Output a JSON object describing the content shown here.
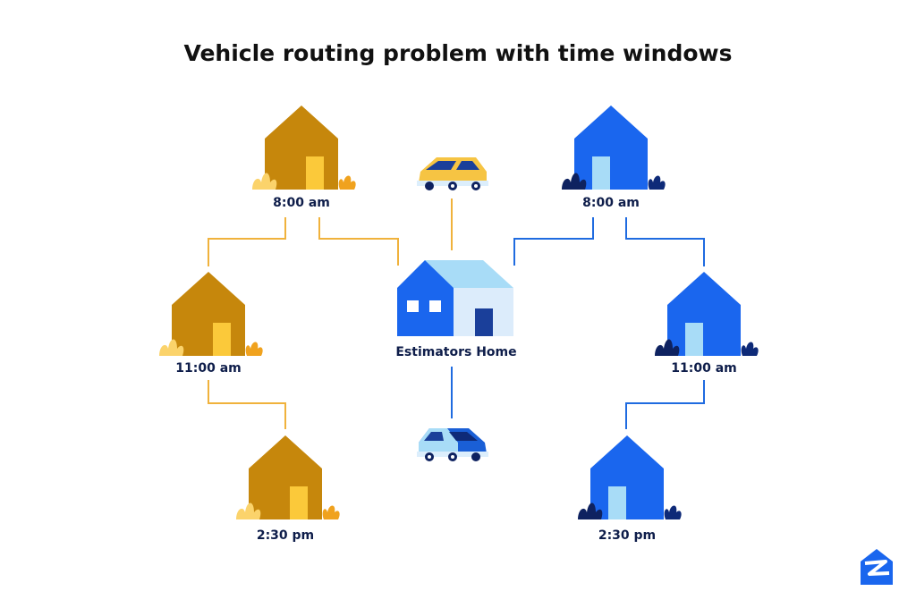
{
  "title": "Vehicle routing problem with time windows",
  "center": {
    "label": "Estimators Home"
  },
  "left_route": {
    "color": "#f0b23c",
    "stops": [
      {
        "time": "8:00 am"
      },
      {
        "time": "11:00 am"
      },
      {
        "time": "2:30 pm"
      }
    ]
  },
  "right_route": {
    "color": "#1f6be0",
    "stops": [
      {
        "time": "8:00 am"
      },
      {
        "time": "11:00 am"
      },
      {
        "time": "2:30 pm"
      }
    ]
  },
  "icons": [
    "house-icon",
    "car-icon",
    "plant-icon",
    "logo-icon"
  ]
}
